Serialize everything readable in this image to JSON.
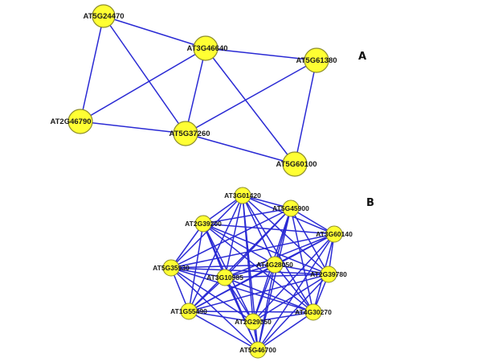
{
  "panels": [
    {
      "letter": "A",
      "nodes": [
        "AT5G24470",
        "AT3G46640",
        "AT5G61380",
        "AT2G46790",
        "AT5G37260",
        "AT5G60100"
      ],
      "edges": [
        [
          "AT5G24470",
          "AT3G46640"
        ],
        [
          "AT5G24470",
          "AT2G46790"
        ],
        [
          "AT5G24470",
          "AT5G37260"
        ],
        [
          "AT3G46640",
          "AT5G61380"
        ],
        [
          "AT3G46640",
          "AT2G46790"
        ],
        [
          "AT3G46640",
          "AT5G37260"
        ],
        [
          "AT3G46640",
          "AT5G60100"
        ],
        [
          "AT5G61380",
          "AT5G37260"
        ],
        [
          "AT5G61380",
          "AT5G60100"
        ],
        [
          "AT2G46790",
          "AT5G37260"
        ],
        [
          "AT5G37260",
          "AT5G60100"
        ]
      ]
    },
    {
      "letter": "B",
      "nodes": [
        "AT3G01420",
        "AT5G45900",
        "AT2G39200",
        "AT3G60140",
        "AT5G35930",
        "AT4G28050",
        "AT3G10985",
        "AT2G39780",
        "AT1G55490",
        "AT2G29350",
        "AT4G30270",
        "AT5G46700"
      ],
      "edges": "all-pairs"
    }
  ],
  "colors": {
    "node_fill": "#ffff33",
    "node_stroke": "#8c8c2a",
    "edge": "#2a2ad4",
    "background": "#ffffff"
  }
}
